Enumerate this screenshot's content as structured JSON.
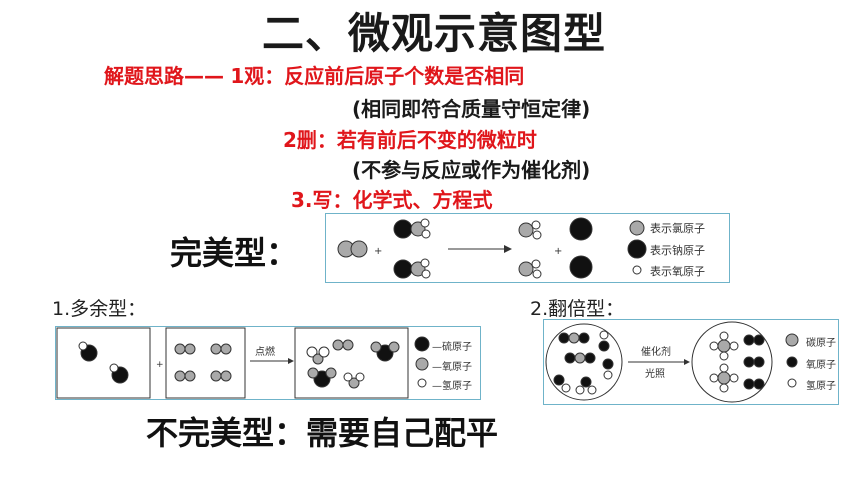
{
  "title": "二、微观示意图型",
  "steps": {
    "intro": "解题思路——",
    "s1_num": "1观：",
    "s1_text": "反应前后原子个数是否相同",
    "s1_note": "(相同即符合质量守恒定律)",
    "s2_num": "2删：",
    "s2_text": "若有前后不变的微粒时",
    "s2_note": "(不参与反应或作为催化剂)",
    "s3_num": "3.写：",
    "s3_text": "化学式、方程式"
  },
  "perfect": {
    "label": "完美型：",
    "legend": [
      "表示氯原子",
      "表示钠原子",
      "表示氧原子"
    ]
  },
  "excess": {
    "label": "1.多余型：",
    "condition": "点燃",
    "legend": [
      "—硫原子",
      "—氧原子",
      "—氢原子"
    ]
  },
  "double": {
    "label": "2.翻倍型：",
    "condition_top": "催化剂",
    "condition_bottom": "光照",
    "legend": [
      "碳原子",
      "氧原子",
      "氢原子"
    ]
  },
  "imperfect": {
    "label": "不完美型：需要自己配平"
  },
  "colors": {
    "red": "#e0161b",
    "panel_border": "#6fb3c9",
    "dark_atom": "#111111",
    "gray_atom": "#a9a9a9"
  }
}
